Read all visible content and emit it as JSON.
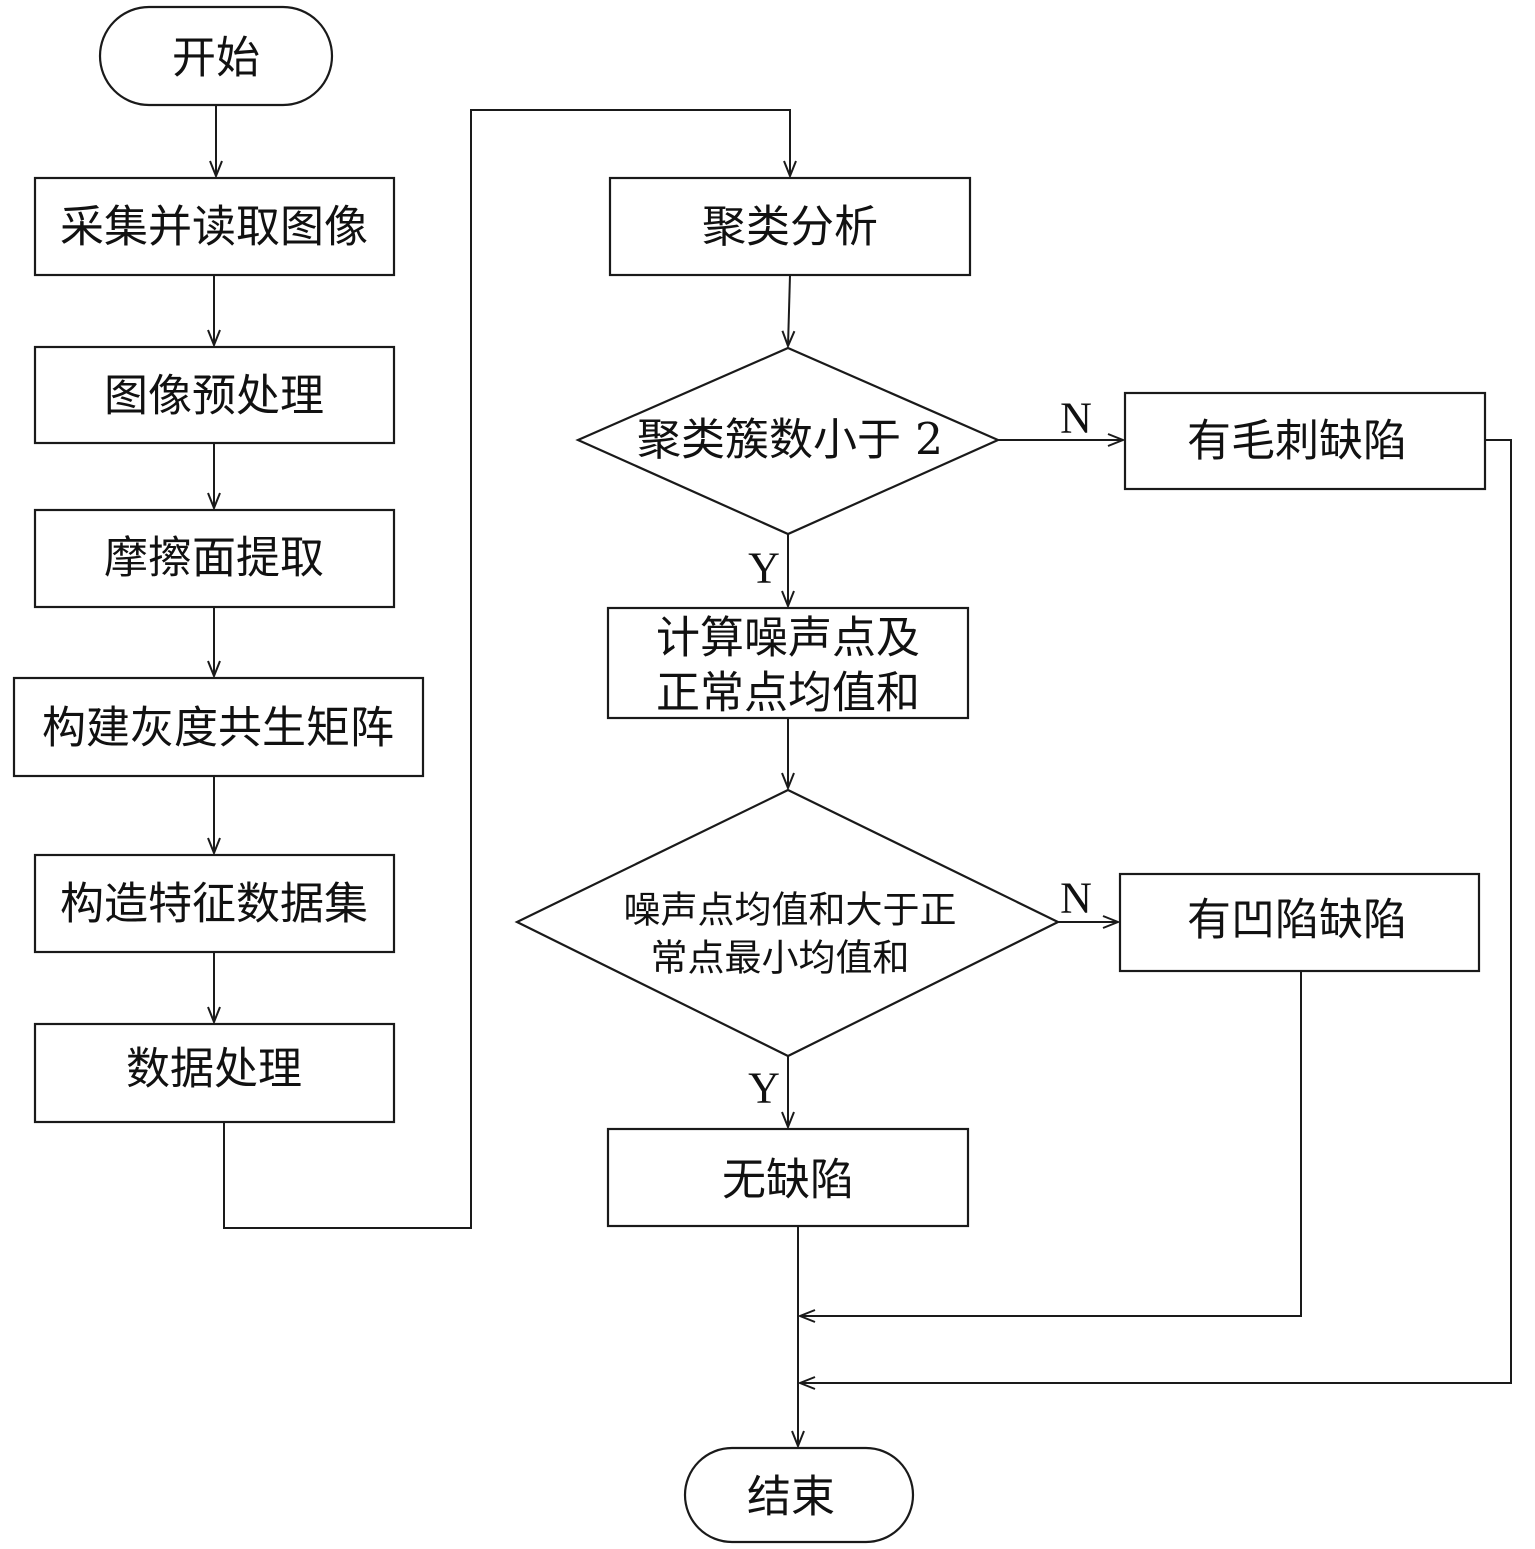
{
  "nodes": {
    "start": "开始",
    "acquire": "采集并读取图像",
    "preprocess": "图像预处理",
    "friction": "摩擦面提取",
    "glcm": "构建灰度共生矩阵",
    "feature": "构造特征数据集",
    "dataproc": "数据处理",
    "cluster": "聚类分析",
    "decision1": "聚类簇数小于 2",
    "burr": "有毛刺缺陷",
    "calc_line1": "计算噪声点及",
    "calc_line2": "正常点均值和",
    "decision2_line1": "噪声点均值和大于正",
    "decision2_line2": "常点最小均值和",
    "dent": "有凹陷缺陷",
    "nodefect": "无缺陷",
    "end": "结束"
  },
  "branches": {
    "d1_no": "N",
    "d1_yes": "Y",
    "d2_no": "N",
    "d2_yes": "Y"
  }
}
